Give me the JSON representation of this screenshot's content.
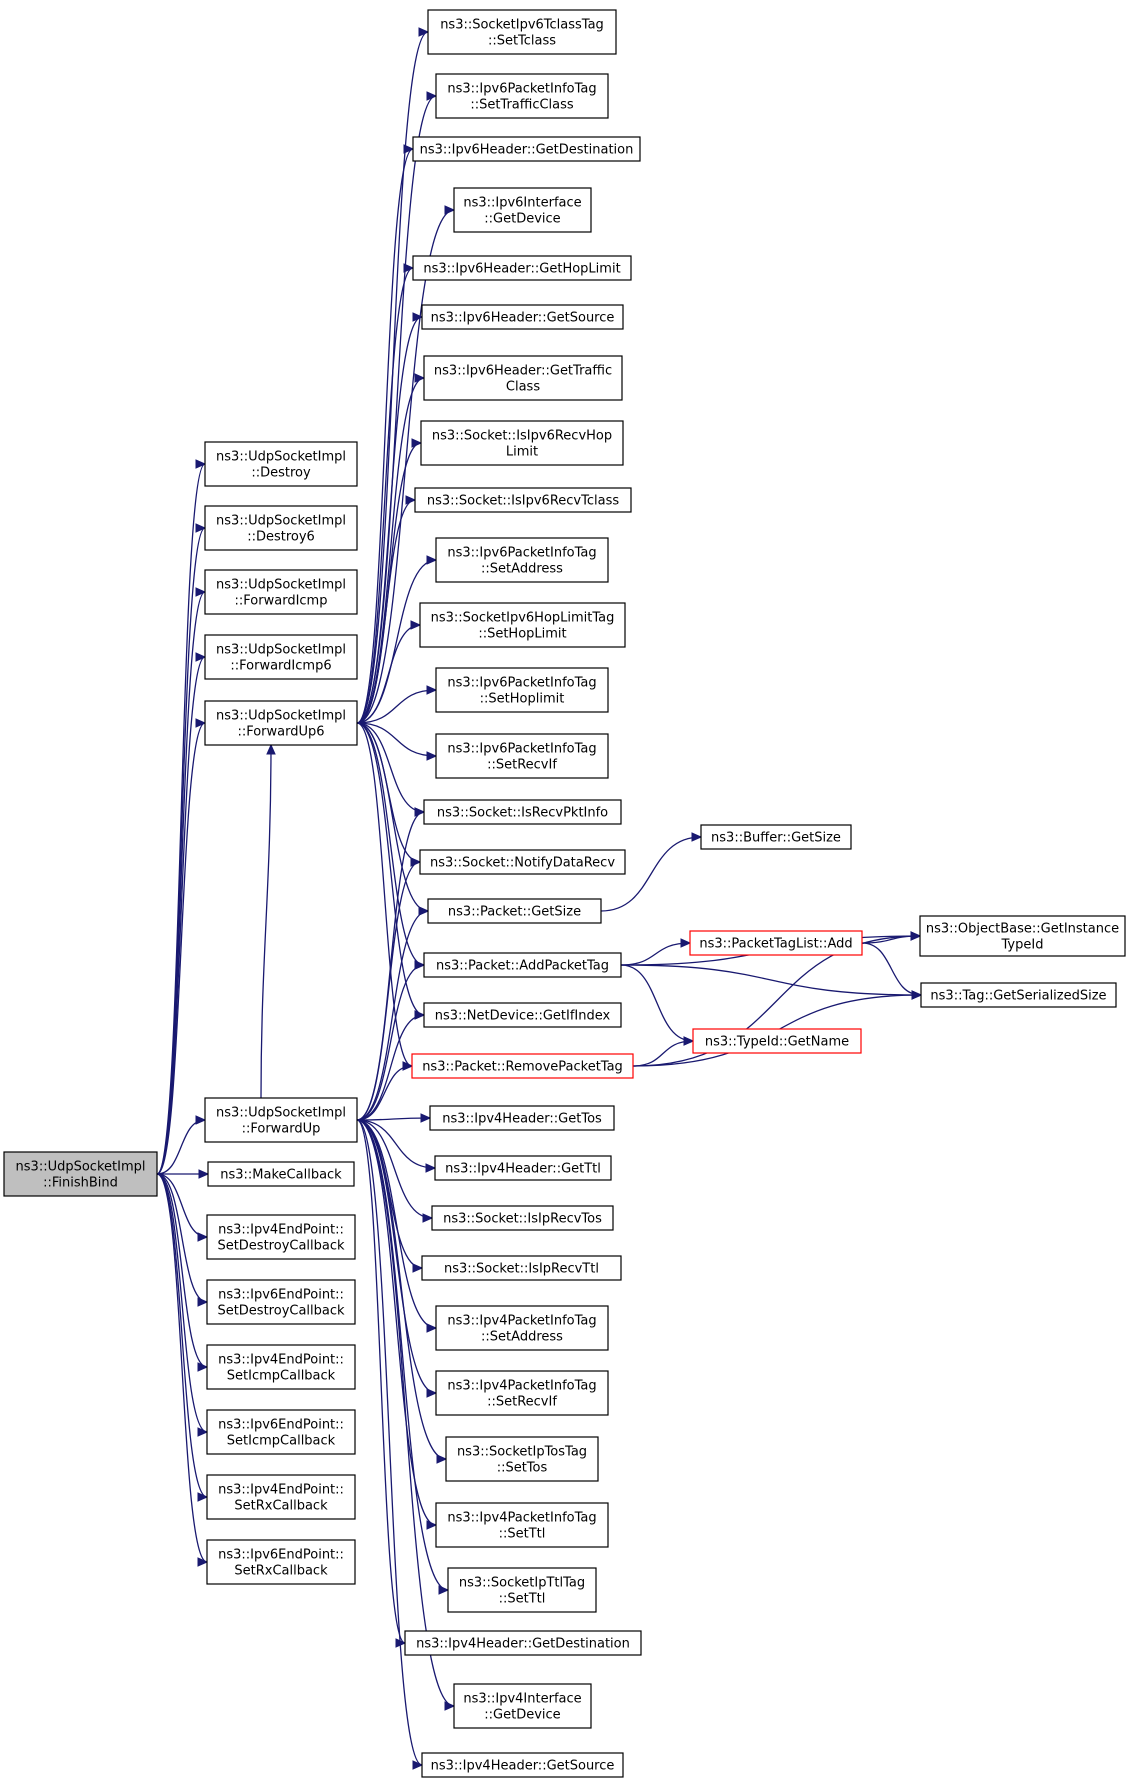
{
  "graph": {
    "colors": {
      "edge": "#191970",
      "node_border": "#000000",
      "node_border_truncated": "#ff0000",
      "node_fill": "#ffffff",
      "node_fill_root": "#bfbfbf"
    },
    "nodes": [
      {
        "id": "finishbind",
        "lines": [
          "ns3::UdpSocketImpl",
          "::FinishBind"
        ],
        "root": true
      },
      {
        "id": "destroy",
        "lines": [
          "ns3::UdpSocketImpl",
          "::Destroy"
        ]
      },
      {
        "id": "destroy6",
        "lines": [
          "ns3::UdpSocketImpl",
          "::Destroy6"
        ]
      },
      {
        "id": "fwdicmp",
        "lines": [
          "ns3::UdpSocketImpl",
          "::ForwardIcmp"
        ]
      },
      {
        "id": "fwdicmp6",
        "lines": [
          "ns3::UdpSocketImpl",
          "::ForwardIcmp6"
        ]
      },
      {
        "id": "fwdup6",
        "lines": [
          "ns3::UdpSocketImpl",
          "::ForwardUp6"
        ]
      },
      {
        "id": "fwdup",
        "lines": [
          "ns3::UdpSocketImpl",
          "::ForwardUp"
        ]
      },
      {
        "id": "makecb",
        "lines": [
          "ns3::MakeCallback"
        ]
      },
      {
        "id": "ep4destroy",
        "lines": [
          "ns3::Ipv4EndPoint::",
          "SetDestroyCallback"
        ]
      },
      {
        "id": "ep6destroy",
        "lines": [
          "ns3::Ipv6EndPoint::",
          "SetDestroyCallback"
        ]
      },
      {
        "id": "ep4icmp",
        "lines": [
          "ns3::Ipv4EndPoint::",
          "SetIcmpCallback"
        ]
      },
      {
        "id": "ep6icmp",
        "lines": [
          "ns3::Ipv6EndPoint::",
          "SetIcmpCallback"
        ]
      },
      {
        "id": "ep4rx",
        "lines": [
          "ns3::Ipv4EndPoint::",
          "SetRxCallback"
        ]
      },
      {
        "id": "ep6rx",
        "lines": [
          "ns3::Ipv6EndPoint::",
          "SetRxCallback"
        ]
      },
      {
        "id": "tclass",
        "lines": [
          "ns3::SocketIpv6TclassTag",
          "::SetTclass"
        ]
      },
      {
        "id": "traffic",
        "lines": [
          "ns3::Ipv6PacketInfoTag",
          "::SetTrafficClass"
        ]
      },
      {
        "id": "h6dest",
        "lines": [
          "ns3::Ipv6Header::GetDestination"
        ]
      },
      {
        "id": "if6dev",
        "lines": [
          "ns3::Ipv6Interface",
          "::GetDevice"
        ]
      },
      {
        "id": "h6hop",
        "lines": [
          "ns3::Ipv6Header::GetHopLimit"
        ]
      },
      {
        "id": "h6src",
        "lines": [
          "ns3::Ipv6Header::GetSource"
        ]
      },
      {
        "id": "h6tc",
        "lines": [
          "ns3::Ipv6Header::GetTraffic",
          "Class"
        ]
      },
      {
        "id": "recvhop",
        "lines": [
          "ns3::Socket::IsIpv6RecvHop",
          "Limit"
        ]
      },
      {
        "id": "recvtc",
        "lines": [
          "ns3::Socket::IsIpv6RecvTclass"
        ]
      },
      {
        "id": "pi6addr",
        "lines": [
          "ns3::Ipv6PacketInfoTag",
          "::SetAddress"
        ]
      },
      {
        "id": "hoptag",
        "lines": [
          "ns3::SocketIpv6HopLimitTag",
          "::SetHopLimit"
        ]
      },
      {
        "id": "pi6hop",
        "lines": [
          "ns3::Ipv6PacketInfoTag",
          "::SetHoplimit"
        ]
      },
      {
        "id": "pi6recvif",
        "lines": [
          "ns3::Ipv6PacketInfoTag",
          "::SetRecvIf"
        ]
      },
      {
        "id": "pktinfo",
        "lines": [
          "ns3::Socket::IsRecvPktInfo"
        ]
      },
      {
        "id": "notify",
        "lines": [
          "ns3::Socket::NotifyDataRecv"
        ]
      },
      {
        "id": "pktsize",
        "lines": [
          "ns3::Packet::GetSize"
        ]
      },
      {
        "id": "bufsize",
        "lines": [
          "ns3::Buffer::GetSize"
        ]
      },
      {
        "id": "addtag",
        "lines": [
          "ns3::Packet::AddPacketTag"
        ]
      },
      {
        "id": "ptladd",
        "lines": [
          "ns3::PacketTagList::Add"
        ],
        "truncated": true
      },
      {
        "id": "getinst",
        "lines": [
          "ns3::ObjectBase::GetInstance",
          "TypeId"
        ]
      },
      {
        "id": "tagsize",
        "lines": [
          "ns3::Tag::GetSerializedSize"
        ]
      },
      {
        "id": "ifindex",
        "lines": [
          "ns3::NetDevice::GetIfIndex"
        ]
      },
      {
        "id": "typename",
        "lines": [
          "ns3::TypeId::GetName"
        ],
        "truncated": true
      },
      {
        "id": "rmtag",
        "lines": [
          "ns3::Packet::RemovePacketTag"
        ],
        "truncated": true
      },
      {
        "id": "h4tos",
        "lines": [
          "ns3::Ipv4Header::GetTos"
        ]
      },
      {
        "id": "h4ttl",
        "lines": [
          "ns3::Ipv4Header::GetTtl"
        ]
      },
      {
        "id": "recvtos",
        "lines": [
          "ns3::Socket::IsIpRecvTos"
        ]
      },
      {
        "id": "recvttl",
        "lines": [
          "ns3::Socket::IsIpRecvTtl"
        ]
      },
      {
        "id": "pi4addr",
        "lines": [
          "ns3::Ipv4PacketInfoTag",
          "::SetAddress"
        ]
      },
      {
        "id": "pi4recvif",
        "lines": [
          "ns3::Ipv4PacketInfoTag",
          "::SetRecvIf"
        ]
      },
      {
        "id": "tostag",
        "lines": [
          "ns3::SocketIpTosTag",
          "::SetTos"
        ]
      },
      {
        "id": "pi4ttl",
        "lines": [
          "ns3::Ipv4PacketInfoTag",
          "::SetTtl"
        ]
      },
      {
        "id": "ttltag",
        "lines": [
          "ns3::SocketIpTtlTag",
          "::SetTtl"
        ]
      },
      {
        "id": "h4dest",
        "lines": [
          "ns3::Ipv4Header::GetDestination"
        ]
      },
      {
        "id": "if4dev",
        "lines": [
          "ns3::Ipv4Interface",
          "::GetDevice"
        ]
      },
      {
        "id": "h4src",
        "lines": [
          "ns3::Ipv4Header::GetSource"
        ]
      }
    ],
    "edges": [
      [
        "finishbind",
        "destroy"
      ],
      [
        "finishbind",
        "destroy6"
      ],
      [
        "finishbind",
        "fwdicmp"
      ],
      [
        "finishbind",
        "fwdicmp6"
      ],
      [
        "finishbind",
        "fwdup6"
      ],
      [
        "finishbind",
        "fwdup"
      ],
      [
        "finishbind",
        "makecb"
      ],
      [
        "finishbind",
        "ep4destroy"
      ],
      [
        "finishbind",
        "ep6destroy"
      ],
      [
        "finishbind",
        "ep4icmp"
      ],
      [
        "finishbind",
        "ep6icmp"
      ],
      [
        "finishbind",
        "ep4rx"
      ],
      [
        "finishbind",
        "ep6rx"
      ],
      [
        "fwdup6",
        "tclass"
      ],
      [
        "fwdup6",
        "traffic"
      ],
      [
        "fwdup6",
        "h6dest"
      ],
      [
        "fwdup6",
        "if6dev"
      ],
      [
        "fwdup6",
        "h6hop"
      ],
      [
        "fwdup6",
        "h6src"
      ],
      [
        "fwdup6",
        "h6tc"
      ],
      [
        "fwdup6",
        "recvhop"
      ],
      [
        "fwdup6",
        "recvtc"
      ],
      [
        "fwdup6",
        "pi6addr"
      ],
      [
        "fwdup6",
        "hoptag"
      ],
      [
        "fwdup6",
        "pi6hop"
      ],
      [
        "fwdup6",
        "pi6recvif"
      ],
      [
        "fwdup6",
        "pktinfo"
      ],
      [
        "fwdup6",
        "notify"
      ],
      [
        "fwdup6",
        "pktsize"
      ],
      [
        "fwdup6",
        "addtag"
      ],
      [
        "fwdup6",
        "ifindex"
      ],
      [
        "fwdup6",
        "rmtag"
      ],
      [
        "fwdup",
        "fwdup6"
      ],
      [
        "fwdup",
        "pktinfo"
      ],
      [
        "fwdup",
        "notify"
      ],
      [
        "fwdup",
        "pktsize"
      ],
      [
        "fwdup",
        "addtag"
      ],
      [
        "fwdup",
        "ifindex"
      ],
      [
        "fwdup",
        "rmtag"
      ],
      [
        "fwdup",
        "h4tos"
      ],
      [
        "fwdup",
        "h4ttl"
      ],
      [
        "fwdup",
        "recvtos"
      ],
      [
        "fwdup",
        "recvttl"
      ],
      [
        "fwdup",
        "pi4addr"
      ],
      [
        "fwdup",
        "pi4recvif"
      ],
      [
        "fwdup",
        "tostag"
      ],
      [
        "fwdup",
        "pi4ttl"
      ],
      [
        "fwdup",
        "ttltag"
      ],
      [
        "fwdup",
        "h4dest"
      ],
      [
        "fwdup",
        "if4dev"
      ],
      [
        "fwdup",
        "h4src"
      ],
      [
        "pktsize",
        "bufsize"
      ],
      [
        "addtag",
        "ptladd"
      ],
      [
        "addtag",
        "getinst"
      ],
      [
        "addtag",
        "tagsize"
      ],
      [
        "addtag",
        "typename"
      ],
      [
        "ptladd",
        "getinst"
      ],
      [
        "ptladd",
        "tagsize"
      ],
      [
        "rmtag",
        "typename"
      ],
      [
        "rmtag",
        "getinst"
      ],
      [
        "rmtag",
        "tagsize"
      ]
    ]
  }
}
